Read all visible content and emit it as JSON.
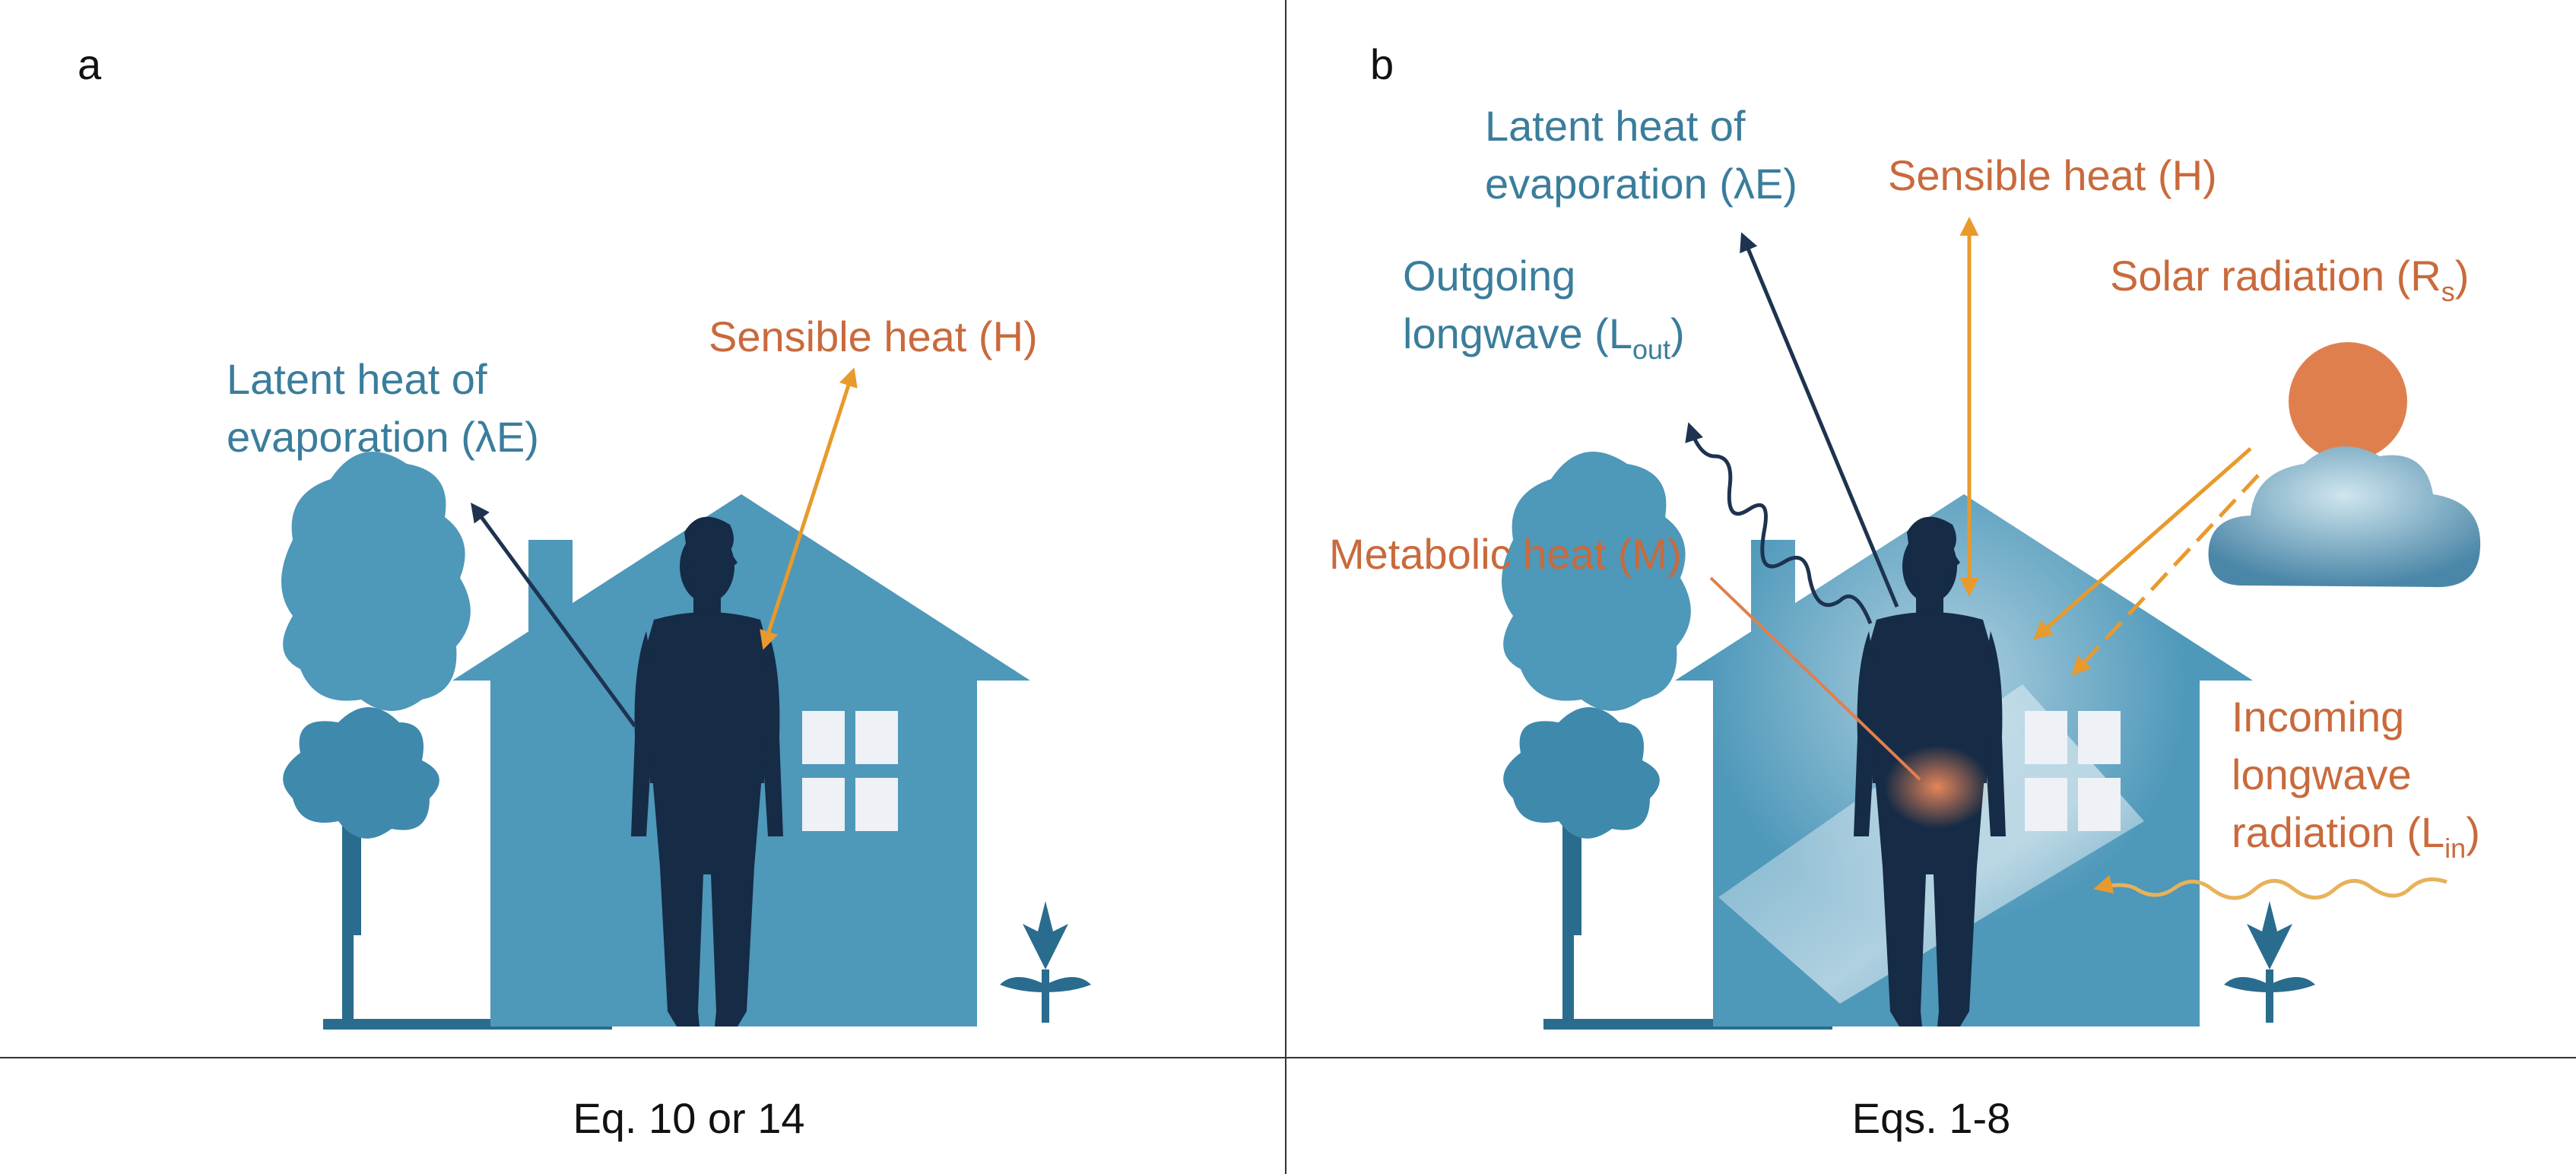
{
  "panels": [
    {
      "letter": "a",
      "caption": "Eq. 10 or 14",
      "labels": {
        "latent_line1": "Latent heat of",
        "latent_line2": "evaporation (λE)",
        "sensible": "Sensible heat (H)"
      }
    },
    {
      "letter": "b",
      "caption": "Eqs. 1-8",
      "labels": {
        "latent_line1": "Latent heat of",
        "latent_line2": "evaporation (λE)",
        "sensible": "Sensible heat (H)",
        "outgoing_line1": "Outgoing",
        "outgoing_line2_pre": "longwave (L",
        "outgoing_sub": "out",
        "outgoing_post": ")",
        "solar_pre": "Solar radiation (R",
        "solar_sub": "s",
        "solar_post": ")",
        "metabolic": "Metabolic heat (M)",
        "incoming_line1": "Incoming",
        "incoming_line2": "longwave",
        "incoming_line3_pre": "radiation (L",
        "incoming_sub": "in",
        "incoming_post": ")"
      }
    }
  ],
  "colors": {
    "blue_label": "#3a7d9c",
    "orange_label": "#c96a3c",
    "house": "#4e98ba",
    "person": "#162b45",
    "dark_arrow": "#1d3350",
    "orange_arrow": "#e89a2c",
    "sun": "#e07f4e",
    "window": "#eef1f5",
    "divider": "#333333"
  }
}
